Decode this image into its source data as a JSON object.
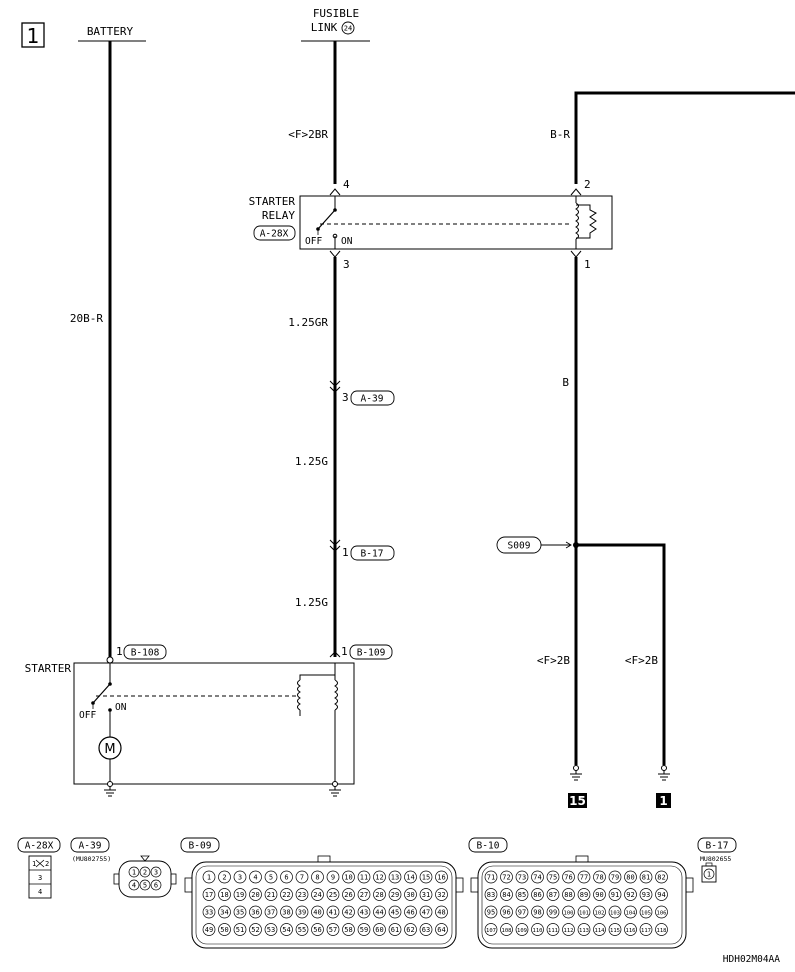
{
  "page": {
    "number": "1",
    "code": "HDH02M04AA"
  },
  "sources": {
    "battery": "BATTERY",
    "fusible_link_1": "FUSIBLE",
    "fusible_link_2": "LINK",
    "fusible_link_num": "24"
  },
  "wires": {
    "battery": "20B-R",
    "relay_in": "<F>2BR",
    "relay_out": "1.25GR",
    "mid": "1.25G",
    "low": "1.25G",
    "coil_feed": "B-R",
    "coil_ground": "B",
    "ground_1": "<F>2B",
    "ground_2": "<F>2B"
  },
  "relay": {
    "name_1": "STARTER",
    "name_2": "RELAY",
    "connector": "A-28X",
    "off": "OFF",
    "on": "ON",
    "pin_in": "4",
    "pin_out": "3",
    "pin_coil_top": "2",
    "pin_coil_bottom": "1"
  },
  "connectors": {
    "a39_pin": "3",
    "a39": "A-39",
    "b17_pin": "1",
    "b17": "B-17",
    "b108_pin": "1",
    "b108": "B-108",
    "b109_pin": "1",
    "b109": "B-109"
  },
  "starter": {
    "name": "STARTER",
    "off": "OFF",
    "on": "ON"
  },
  "splice": "S009",
  "grounds": {
    "g1": "15",
    "g2": "1"
  },
  "legend": {
    "a28x": "A-28X",
    "a39": "A-39",
    "a39_part": "(MU802755)",
    "b09": "B-09",
    "b10": "B-10",
    "b17": "B-17",
    "b17_part": "MU802655",
    "a28x_pins": [
      "1",
      "2",
      "3",
      "4"
    ],
    "a39_pins": [
      "1",
      "2",
      "3",
      "4",
      "5",
      "6"
    ],
    "b17_pins": [
      "1"
    ]
  }
}
